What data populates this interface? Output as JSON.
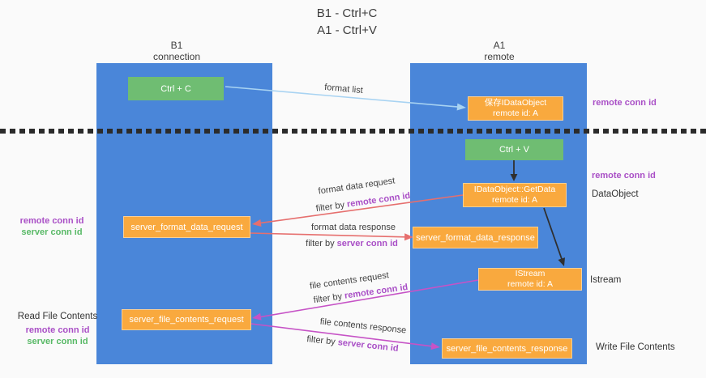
{
  "title": {
    "line1": "B1 - Ctrl+C",
    "line2": "A1 - Ctrl+V"
  },
  "lifelines": {
    "left": {
      "name": "B1",
      "role": "connection"
    },
    "right": {
      "name": "A1",
      "role": "remote"
    }
  },
  "nodes": {
    "ctrl_c": {
      "label": "Ctrl + C"
    },
    "save_dataobject": {
      "line1": "保存IDataObject",
      "line2": "remote id: A"
    },
    "ctrl_v": {
      "label": "Ctrl + V"
    },
    "getdata": {
      "line1": "IDataObject::GetData",
      "line2": "remote id: A"
    },
    "format_request": {
      "label": "server_format_data_request"
    },
    "format_response": {
      "label": "server_format_data_response"
    },
    "istream": {
      "line1": "IStream",
      "line2": "remote id: A"
    },
    "file_request": {
      "label": "server_file_contents_request"
    },
    "file_response": {
      "label": "server_file_contents_response"
    }
  },
  "flow_labels": {
    "format_list": "format list",
    "format_data_request": "format data request",
    "format_data_response": "format data response",
    "file_contents_request": "file contents request",
    "file_contents_response": "file contents response",
    "filter_by": "filter by",
    "remote_conn_id": "remote conn id",
    "server_conn_id": "server conn id"
  },
  "side_labels": {
    "remote_conn_id": "remote conn id",
    "server_conn_id": "server conn id",
    "dataobject": "DataObject",
    "istream": "Istream",
    "read_file_contents": "Read File Contents",
    "write_file_contents": "Write File Contents"
  },
  "colors": {
    "lifeline_blue": "#4a86d9",
    "action_green": "#6fbd72",
    "message_orange": "#f9a93e",
    "purple": "#a94fc6",
    "green_label": "#58b966",
    "arrow_red": "#e66f6e",
    "arrow_magenta": "#c653c6",
    "arrow_blue": "#a8d3f2",
    "arrow_black": "#2f2f2f"
  }
}
